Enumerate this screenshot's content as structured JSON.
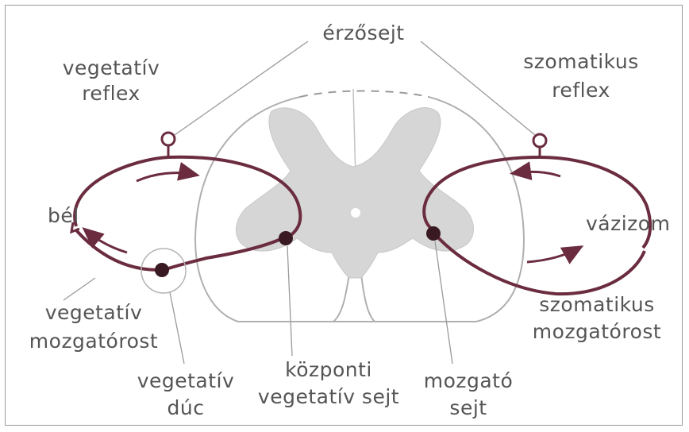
{
  "labels": {
    "sensory_cell": "érzősejt",
    "vegetative_reflex_line1": "vegetatív",
    "vegetative_reflex_line2": "reflex",
    "somatic_reflex_line1": "szomatikus",
    "somatic_reflex_line2": "reflex",
    "intestine": "bél",
    "skeletal_muscle": "vázizom",
    "vegetative_motor_fiber_line1": "vegetatív",
    "vegetative_motor_fiber_line2": "mozgatórost",
    "vegetative_ganglion_line1": "vegetatív",
    "vegetative_ganglion_line2": "dúc",
    "central_vegetative_cell_line1": "központi",
    "central_vegetative_cell_line2": "vegetatív sejt",
    "motor_cell_line1": "mozgató",
    "motor_cell_line2": "sejt",
    "somatic_motor_fiber_line1": "szomatikus",
    "somatic_motor_fiber_line2": "mozgatórost"
  },
  "colors": {
    "pathway": "#6a2c3e",
    "grey_matter": "#d6d6d6",
    "outline": "#b0b0b0",
    "leader": "#9a9a9a",
    "text": "#555555"
  }
}
